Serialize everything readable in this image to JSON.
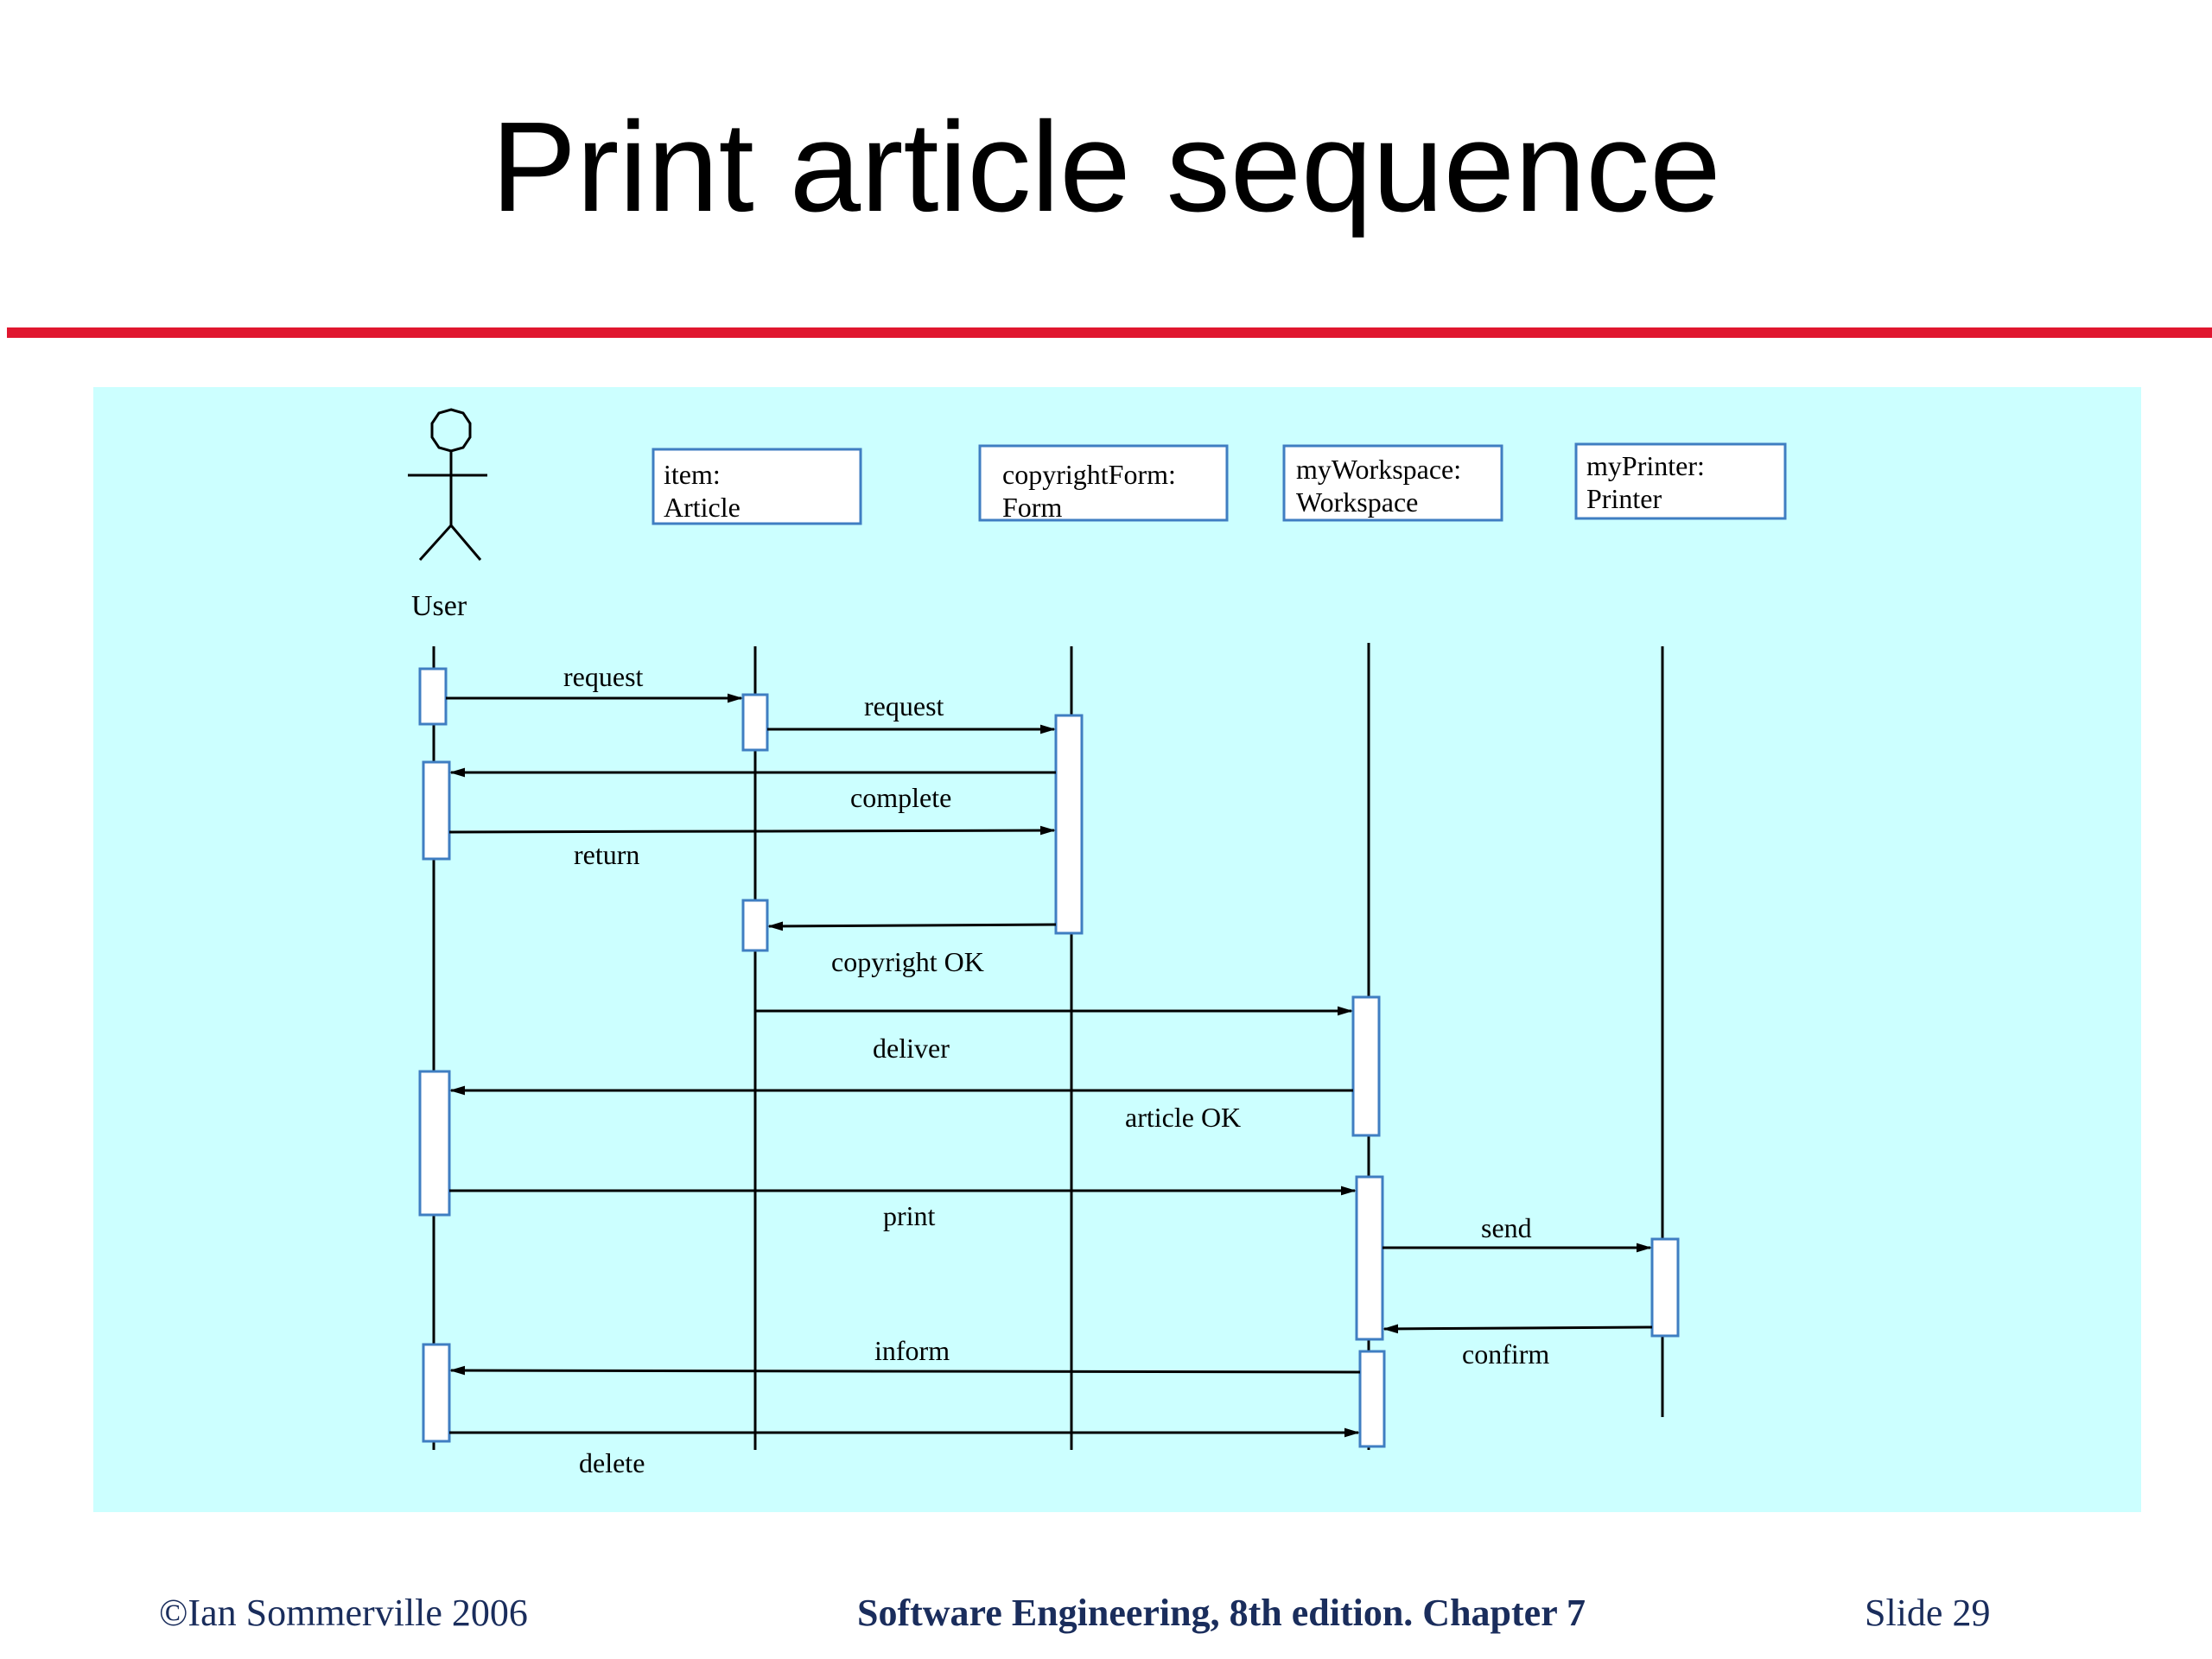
{
  "title": "Print article sequence",
  "footer": {
    "copyright": "©Ian Sommerville 2006",
    "book": "Software Engineering, 8th edition. Chapter 7",
    "slide": "Slide  29"
  },
  "colors": {
    "background": "#ccffff",
    "rule": "#e0172f",
    "box_border": "#3f7ec2",
    "footer_text": "#1a2d5c"
  },
  "diagram": {
    "actor": {
      "name": "User",
      "icon": "stick-figure-icon"
    },
    "objects": [
      {
        "line1": "item:",
        "line2": "Article"
      },
      {
        "line1": "copyrightForm:",
        "line2": "Form"
      },
      {
        "line1": "myWorkspace:",
        "line2": "Workspace"
      },
      {
        "line1": "myPrinter:",
        "line2": "Printer"
      }
    ],
    "messages": [
      {
        "label": "request",
        "from": "User",
        "to": "item"
      },
      {
        "label": "request",
        "from": "item",
        "to": "copyrightForm"
      },
      {
        "label": "complete",
        "from": "copyrightForm",
        "to": "User"
      },
      {
        "label": "return",
        "from": "User",
        "to": "copyrightForm"
      },
      {
        "label": "copyright OK",
        "from": "copyrightForm",
        "to": "item"
      },
      {
        "label": "deliver",
        "from": "item",
        "to": "myWorkspace"
      },
      {
        "label": "article OK",
        "from": "myWorkspace",
        "to": "User"
      },
      {
        "label": "print",
        "from": "User",
        "to": "myWorkspace"
      },
      {
        "label": "send",
        "from": "myWorkspace",
        "to": "myPrinter"
      },
      {
        "label": "confirm",
        "from": "myPrinter",
        "to": "myWorkspace"
      },
      {
        "label": "inform",
        "from": "myWorkspace",
        "to": "User"
      },
      {
        "label": "delete",
        "from": "User",
        "to": "myWorkspace"
      }
    ]
  }
}
